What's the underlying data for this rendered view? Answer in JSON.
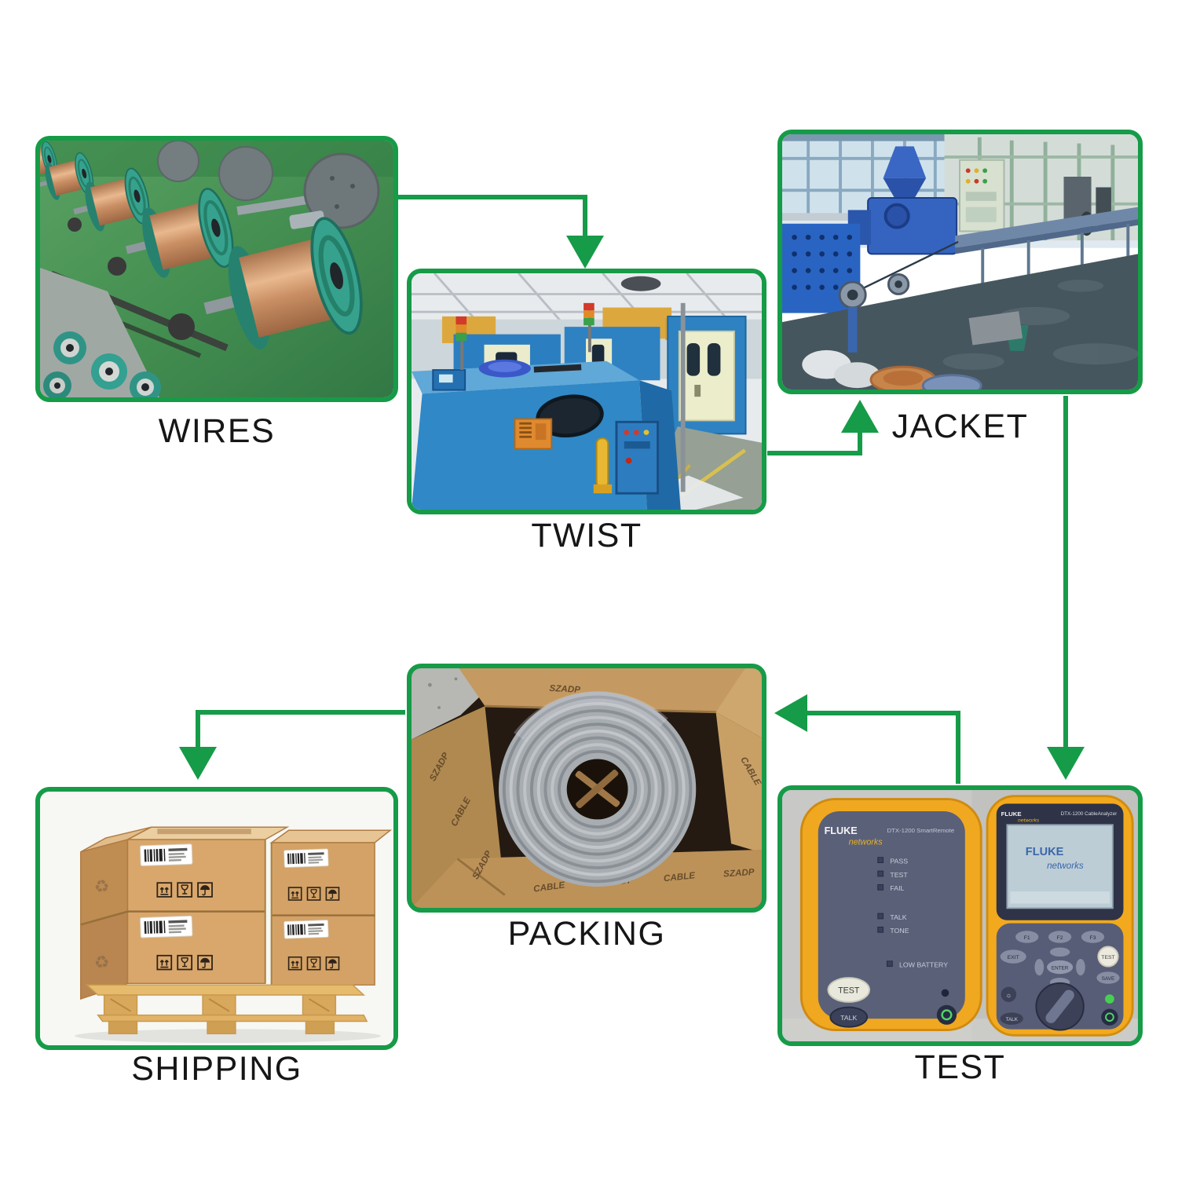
{
  "diagram": {
    "accent_color": "#169b48",
    "label_color": "#161616",
    "background_color": "#ffffff",
    "stages": [
      {
        "id": "wires",
        "label": "WIRES",
        "photo": "copper-wire-spools-on-takeup-machine"
      },
      {
        "id": "twist",
        "label": "TWIST",
        "photo": "blue-wire-twisting-machines-in-factory"
      },
      {
        "id": "jacket",
        "label": "JACKET",
        "photo": "jacket-extrusion-line-in-factory"
      },
      {
        "id": "test",
        "label": "TEST",
        "photo": "two-fluke-networks-cable-testers"
      },
      {
        "id": "packing",
        "label": "PACKING",
        "photo": "grey-cable-coil-in-cardboard-box"
      },
      {
        "id": "shipping",
        "label": "SHIPPING",
        "photo": "carton-boxes-stacked-on-wooden-pallet"
      }
    ],
    "connections": [
      {
        "from": "WIRES",
        "to": "TWIST"
      },
      {
        "from": "TWIST",
        "to": "JACKET"
      },
      {
        "from": "JACKET",
        "to": "TEST"
      },
      {
        "from": "TEST",
        "to": "PACKING"
      },
      {
        "from": "PACKING",
        "to": "SHIPPING"
      }
    ]
  },
  "test_device_text": {
    "brand_line1": "FLUKE",
    "brand_line2": "networks",
    "left_model": "DTX-1200 SmartRemote",
    "right_model": "DTX-1200 CableAnalyzer",
    "left_leds": [
      "PASS",
      "TEST",
      "FAIL",
      "TALK",
      "TONE",
      "LOW BATTERY"
    ],
    "left_buttons": [
      "TEST",
      "TALK"
    ],
    "right_keys": [
      "F1",
      "F2",
      "F3",
      "EXIT",
      "TEST",
      "ENTER",
      "SAVE",
      "TALK"
    ]
  },
  "packing_print": [
    "SZADP",
    "CABLE"
  ]
}
